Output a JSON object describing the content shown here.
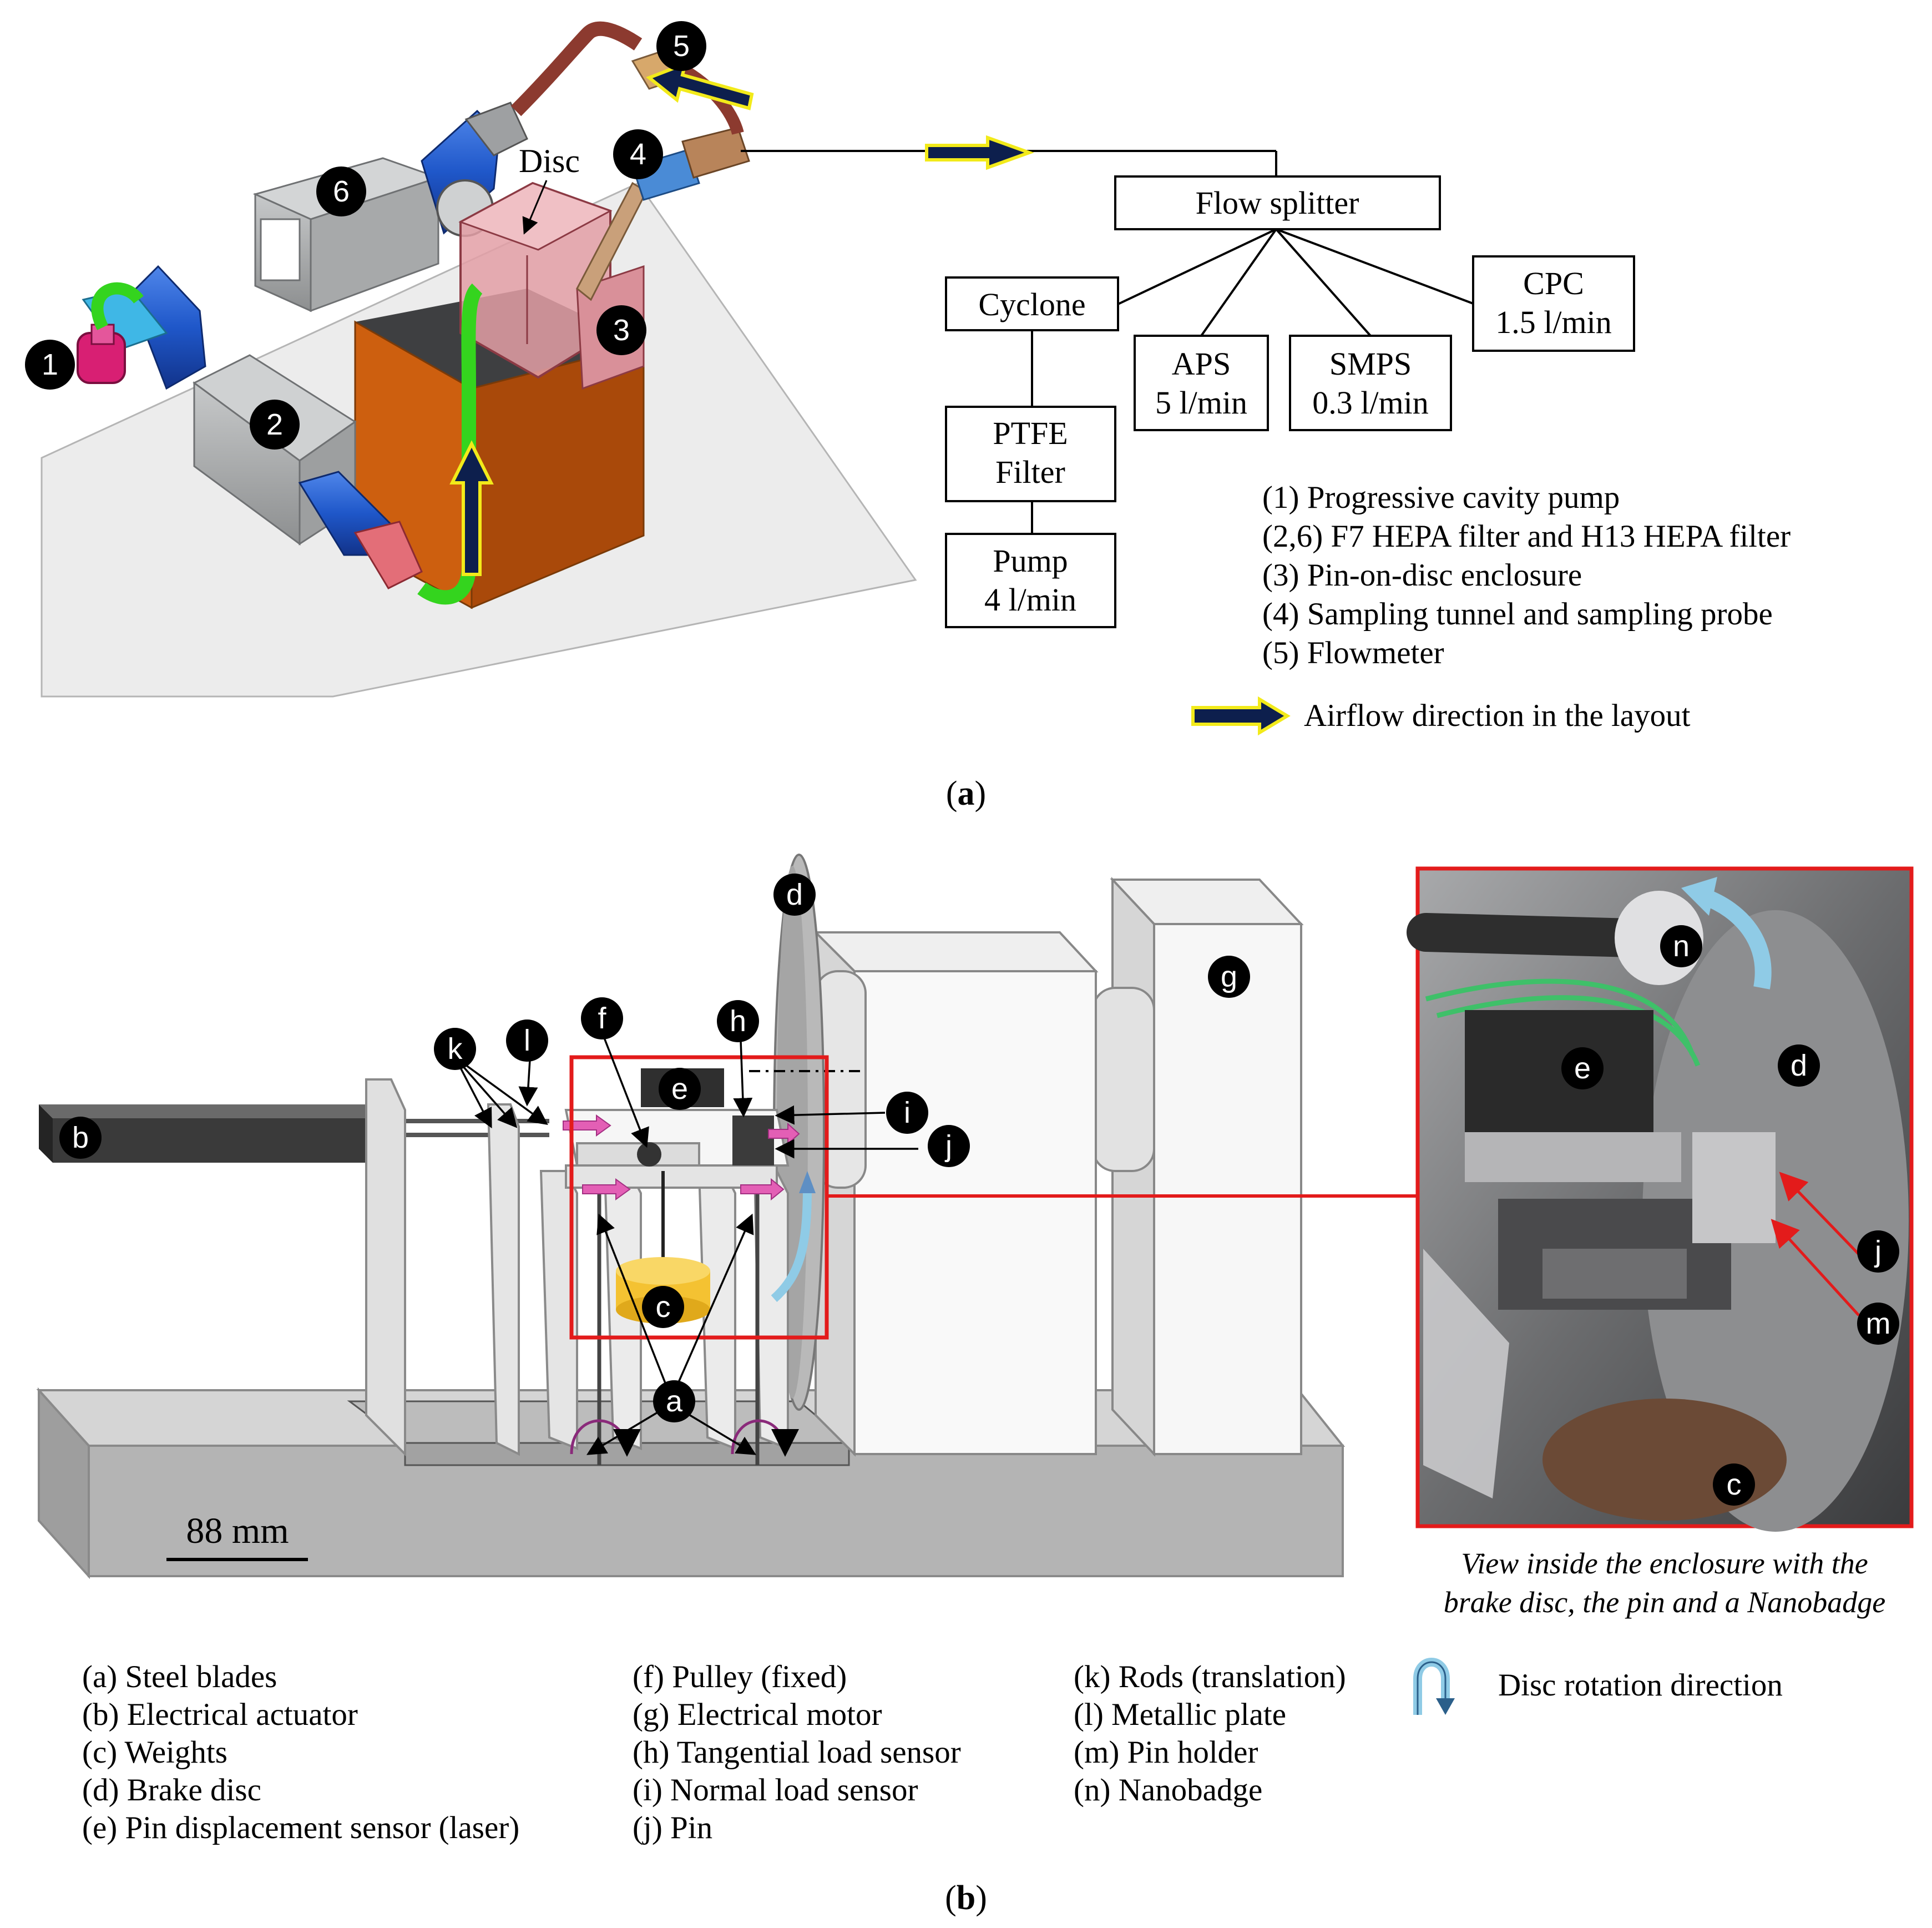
{
  "panel_a": {
    "badges": [
      "1",
      "2",
      "3",
      "4",
      "5",
      "6"
    ],
    "disc_label": "Disc",
    "flow_splitter": "Flow splitter",
    "cyclone": "Cyclone",
    "ptfe_line1": "PTFE",
    "ptfe_line2": "Filter",
    "pump_line1": "Pump",
    "pump_line2": "4 l/min",
    "aps_line1": "APS",
    "aps_line2": "5 l/min",
    "smps_line1": "SMPS",
    "smps_line2": "0.3 l/min",
    "cpc_line1": "CPC",
    "cpc_line2": "1.5 l/min",
    "legend": [
      "(1) Progressive cavity pump",
      "(2,6) F7 HEPA filter and H13 HEPA filter",
      "(3) Pin-on-disc enclosure",
      "(4) Sampling tunnel and sampling probe",
      "(5) Flowmeter"
    ],
    "airflow_legend": "Airflow direction in the layout",
    "caption_open": "(",
    "caption_letter": "a",
    "caption_close": ")"
  },
  "panel_b": {
    "badges": {
      "a": "a",
      "b": "b",
      "c": "c",
      "d": "d",
      "e": "e",
      "f": "f",
      "g": "g",
      "h": "h",
      "i": "i",
      "j": "j",
      "k": "k",
      "l": "l",
      "m": "m",
      "n": "n"
    },
    "scale_label": "88 mm",
    "photo_caption_line1": "View inside the enclosure with the",
    "photo_caption_line2": "brake disc, the pin and a Nanobadge",
    "legend_col1": [
      "(a) Steel blades",
      "(b) Electrical actuator",
      "(c) Weights",
      "(d) Brake disc",
      "(e) Pin displacement sensor (laser)"
    ],
    "legend_col2": [
      "(f) Pulley (fixed)",
      "(g) Electrical motor",
      "(h) Tangential load sensor",
      "(i) Normal load sensor",
      "(j) Pin"
    ],
    "legend_col3": [
      "(k) Rods (translation)",
      "(l) Metallic plate",
      "(m) Pin holder",
      "(n) Nanobadge"
    ],
    "rotation_legend": "Disc rotation direction",
    "caption_open": "(",
    "caption_letter": "b",
    "caption_close": ")"
  },
  "colors": {
    "arrow_fill": "#0d1f4d",
    "arrow_outline": "#f2ea1a",
    "filter_blue": "#1f57c9",
    "filter_grey": "#a8aaab",
    "cabinet_orange": "#cd5f0f",
    "tube_green": "#34d41e",
    "enclosure_pink": "#e39fa6",
    "pump_magenta": "#d81f73",
    "tube_red": "#8c3a2f",
    "highlight_red": "#e31b1b",
    "weights_yellow": "#f4c232",
    "rotation_blue": "#8fcbe6"
  }
}
